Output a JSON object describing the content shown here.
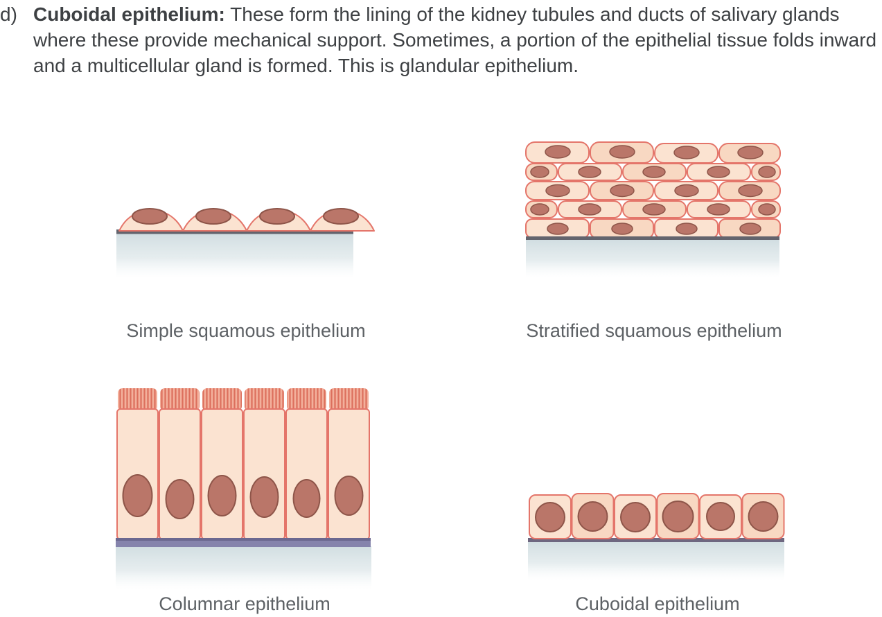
{
  "paragraph": {
    "marker": "d)",
    "lead": "Cuboidal epithelium:",
    "body": " These form the lining of the kidney tubules and ducts of salivary glands where these provide mechanical support. Sometimes, a portion of the epithelial tissue folds inward and a multicellular gland is formed. This is glandular epithelium."
  },
  "figures": [
    {
      "label": "Simple squamous epithelium"
    },
    {
      "label": "Stratified squamous epithelium"
    },
    {
      "label": "Columnar epithelium"
    },
    {
      "label": "Cuboidal epithelium"
    }
  ],
  "colors": {
    "text": "#3d4043",
    "label_text": "#5d6165",
    "cell_fill": "#fbe3d1",
    "cell_fill_deep": "#f8d8c2",
    "cell_stroke": "#e4756a",
    "nucleus_fill": "#ba7669",
    "nucleus_stroke": "#8e5549",
    "cilia_bg": "#f3b09c",
    "cilia_stroke": "#dc6f5c",
    "membrane_dark": "#63646d",
    "membrane_purple": "#8583ac",
    "membrane_purple_dark": "#6b6890",
    "membrane_cuboid": "#6e6780",
    "base_top": "#cfdce0",
    "page_bg": "#ffffff"
  }
}
